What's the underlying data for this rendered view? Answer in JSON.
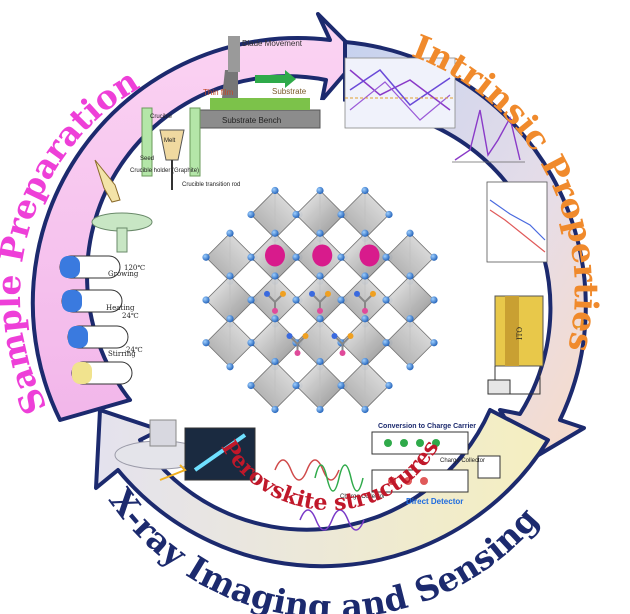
{
  "center": {
    "title": "Perovskite structures"
  },
  "sections": {
    "sample_preparation": {
      "title": "Sample Preparation",
      "color": "#ee3fd8",
      "labels": {
        "blade_movement": "Blade Movement",
        "thin_film": "Thin film",
        "substrate": "Substrate",
        "substrate_bench": "Substrate Bench",
        "crucible": "Crucible",
        "melt": "Melt",
        "seed": "Seed",
        "crucible_holder": "Crucible holder (Graphite)",
        "crucible_transition": "Crucible transition rod",
        "growing": "Growing",
        "heating": "Heating",
        "stirring": "Stirring",
        "temp_120": "120℃",
        "temp_24_a": "24℃",
        "temp_24_b": "24℃"
      }
    },
    "intrinsic_properties": {
      "title": "Intrinsic Properties",
      "color": "#f08a2c",
      "labels": {
        "ito": "ITO"
      }
    },
    "xray_imaging": {
      "title": "X-ray Imaging and Sensing",
      "color": "#1c2a6e",
      "labels": {
        "conversion": "Conversion to Charge Carrier",
        "charge_collector_a": "Charge Collector",
        "charge_collector_b": "Charge Collector",
        "direct_detector": "Direct Detector"
      }
    }
  },
  "colors": {
    "navy": "#1c2a6e",
    "center_title": "#c0182a",
    "pink_bg": "#f7c6ef",
    "blue_bg": "#cfd8f0",
    "yellow_bg": "#f4efc4",
    "peach_bg": "#fbe0cf"
  }
}
